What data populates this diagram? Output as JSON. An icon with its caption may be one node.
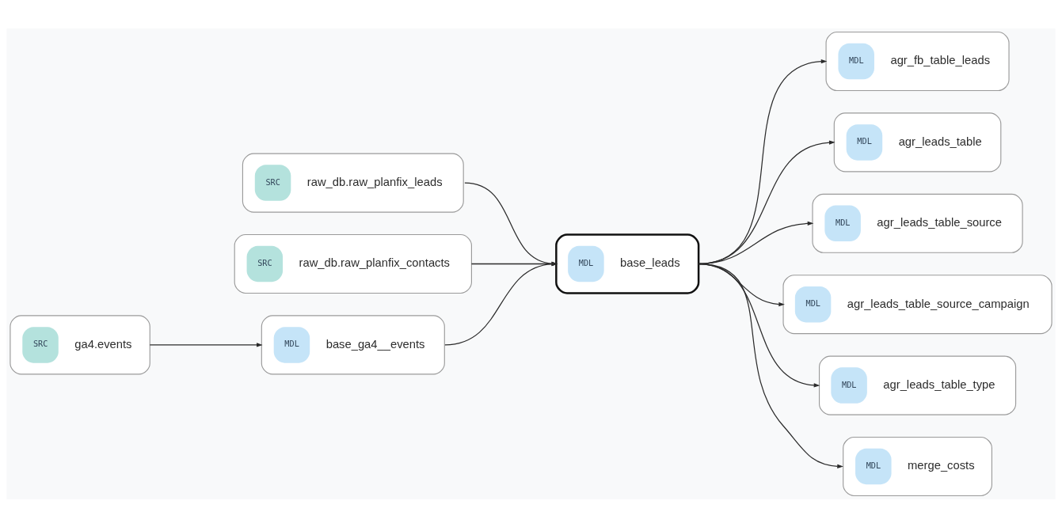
{
  "diagram": {
    "nodes": [
      {
        "text": [
          "SRC",
          "ga4.events"
        ]
      },
      {
        "text": [
          "SRC",
          "raw_db.raw_planfix_leads"
        ]
      },
      {
        "text": [
          "SRC",
          "raw_db.raw_planfix_contacts"
        ]
      },
      {
        "text": [
          "MDL",
          "base_ga4__events"
        ]
      },
      {
        "text": [
          "MDL",
          "base_leads"
        ]
      },
      {
        "text": [
          "MDL",
          "agr_fb_table_leads"
        ]
      },
      {
        "text": [
          "MDL",
          "agr_leads_table"
        ]
      },
      {
        "text": [
          "MDL",
          "agr_leads_table_source"
        ]
      },
      {
        "text": [
          "MDL",
          "agr_leads_table_source_campaign"
        ]
      },
      {
        "text": [
          "MDL",
          "agr_leads_table_type"
        ]
      },
      {
        "text": [
          "MDL",
          "merge_costs"
        ]
      }
    ],
    "edges": [
      {
        "from": 0,
        "to": 3,
        "arrow": "to"
      },
      {
        "from": 1,
        "to": 4,
        "arrow": "to"
      },
      {
        "from": 2,
        "to": 4,
        "arrow": "to"
      },
      {
        "from": 3,
        "to": 4,
        "arrow": "to"
      },
      {
        "from": 4,
        "to": 5,
        "arrow": "to"
      },
      {
        "from": 4,
        "to": 6,
        "arrow": "to"
      },
      {
        "from": 4,
        "to": 7,
        "arrow": "to"
      },
      {
        "from": 4,
        "to": 8,
        "arrow": "to"
      },
      {
        "from": 4,
        "to": 9,
        "arrow": "to"
      },
      {
        "from": 4,
        "to": 10,
        "arrow": "to"
      }
    ]
  }
}
